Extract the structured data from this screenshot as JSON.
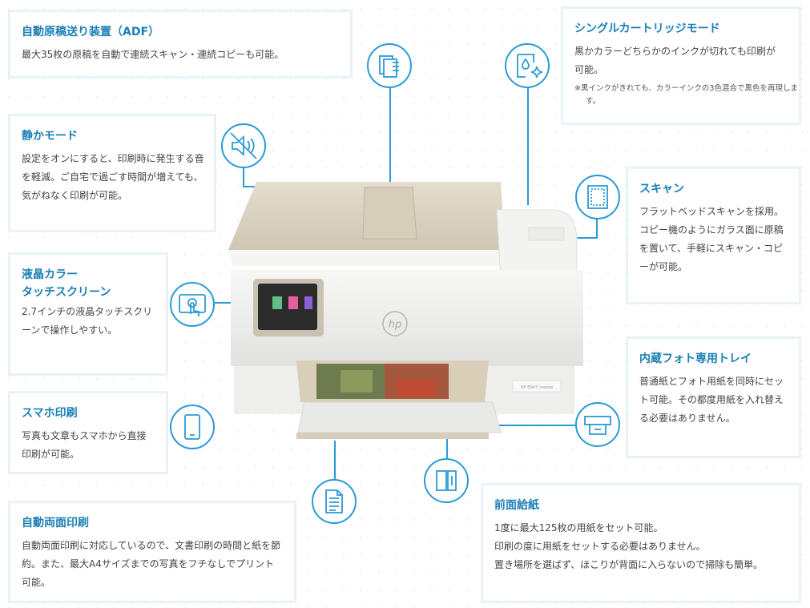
{
  "features": {
    "adf": {
      "title": "自動原稿送り装置（ADF）",
      "desc": "最大35枚の原稿を自動で連続スキャン・連続コピーも可能。",
      "icon": "document-feeder-icon"
    },
    "quiet": {
      "title": "静かモード",
      "desc": "設定をオンにすると、印刷時に発生する音を軽減。ご自宅で過ごす時間が増えても、気がねなく印刷が可能。",
      "icon": "speaker-mute-icon"
    },
    "lcd": {
      "title_line1": "液晶カラー",
      "title_line2": "タッチスクリーン",
      "desc": "2.7インチの液晶タッチスクリーンで操作しやすい。",
      "icon": "touch-screen-icon"
    },
    "smartphone": {
      "title": "スマホ印刷",
      "desc": "写真も文章もスマホから直接印刷が可能。",
      "icon": "smartphone-icon"
    },
    "duplex": {
      "title": "自動両面印刷",
      "desc": "自動両面印刷に対応しているので、文書印刷の時間と紙を節約。また、最大A4サイズまでの写真をフチなしでプリント可能。",
      "icon": "duplex-document-icon"
    },
    "single_cartridge": {
      "title": "シングルカートリッジモード",
      "desc": "黒かカラーどちらかのインクが切れても印刷が可能。",
      "note": "※黒インクがきれても、カラーインクの3色混合で黒色を再現します。",
      "icon": "ink-drop-icon"
    },
    "scan": {
      "title": "スキャン",
      "desc1": "フラットベッドスキャンを採用。",
      "desc2": "コピー機のようにガラス面に原稿を置いて、手軽にスキャン・コピーが可能。",
      "icon": "scanner-icon"
    },
    "photo_tray": {
      "title": "内蔵フォト専用トレイ",
      "desc": "普通紙とフォト用紙を同時にセット可能。その都度用紙を入れ替える必要はありません。",
      "icon": "photo-tray-icon"
    },
    "front_feed": {
      "title": "前面給紙",
      "desc1": "1度に最大125枚の用紙をセット可能。",
      "desc2": "印刷の度に用紙をセットする必要はありません。",
      "desc3": "置き場所を選ばず、ほこりが背面に入らないので掃除も簡単。",
      "icon": "paper-tray-icon"
    }
  },
  "printer": {
    "brand": "hp",
    "model": "HP ENVY Inspire"
  },
  "colors": {
    "accent": "#1a7fb5",
    "line": "#2a9ad6",
    "border": "#e8f2f8",
    "printer_body": "#f2f2f0",
    "printer_top": "#d9d2c4"
  }
}
